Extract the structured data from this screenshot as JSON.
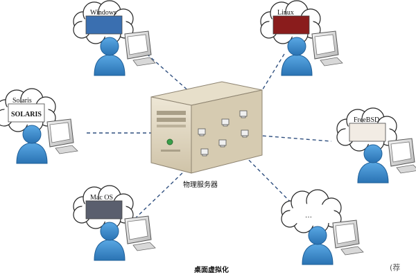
{
  "server": {
    "label": "物理服务器"
  },
  "caption": "桌面虚拟化",
  "watermark": "(荐",
  "clients": [
    {
      "id": "windows",
      "os_label": "Windows",
      "screen_color": "#3a6fb0"
    },
    {
      "id": "linux",
      "os_label": "Linux",
      "screen_color": "#8a1c1c"
    },
    {
      "id": "solaris",
      "os_label": "Solaris",
      "os_sublabel": "SOLARIS",
      "screen_color": "#ffffff"
    },
    {
      "id": "freebsd",
      "os_label": "FreeBSD",
      "screen_color": "#f2ece4"
    },
    {
      "id": "macos",
      "os_label": "Mac OS",
      "screen_color": "#5a5f6e"
    },
    {
      "id": "other",
      "os_label": "…",
      "screen_color": "#ffffff"
    }
  ],
  "colors": {
    "user": "#3d8fd1",
    "user_dark": "#2a73b3",
    "server_front": "#dfd6c2",
    "server_side": "#c9bea5",
    "line": "#2f4f7f"
  }
}
